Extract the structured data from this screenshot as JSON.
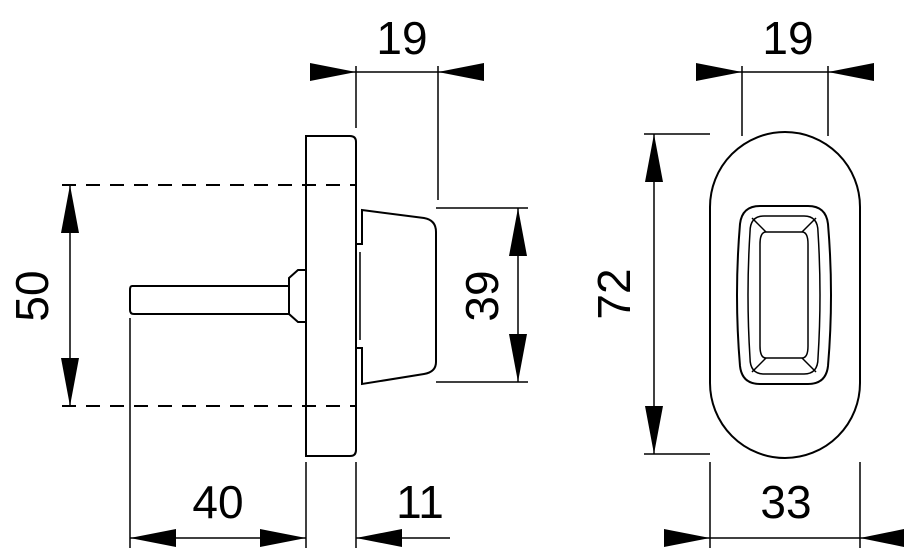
{
  "dimensions": {
    "side_view": {
      "top_width": "19",
      "rose_height": "50",
      "knob_height": "39",
      "spindle_length": "40",
      "rose_depth": "11"
    },
    "front_view": {
      "top_width": "19",
      "overall_height": "72",
      "overall_width": "33"
    }
  }
}
